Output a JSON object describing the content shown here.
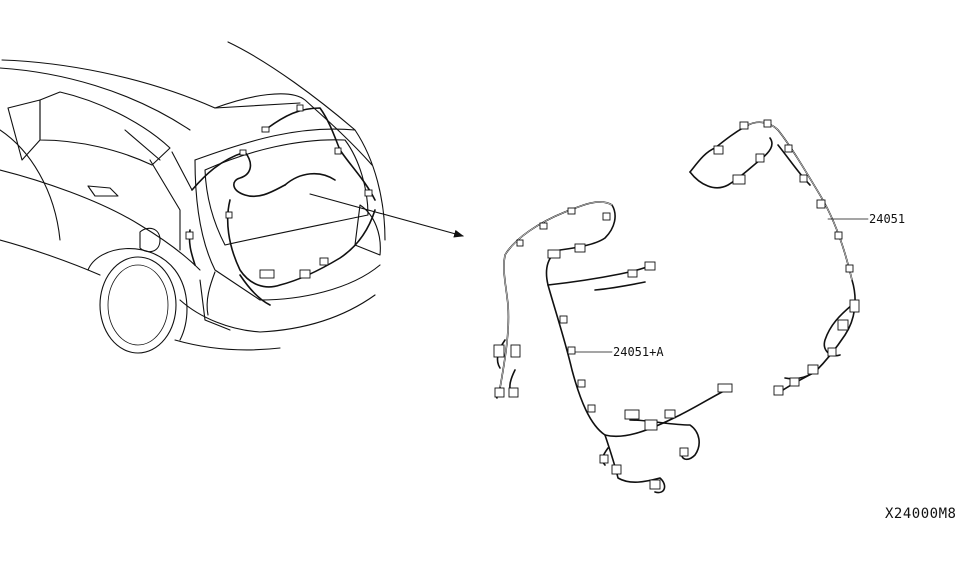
{
  "figure": {
    "parts": [
      {
        "number": "24051"
      },
      {
        "number": "24051+A"
      }
    ],
    "reference_code": "X24000M8"
  },
  "colors": {
    "ink": "#111111",
    "background": "#ffffff"
  }
}
